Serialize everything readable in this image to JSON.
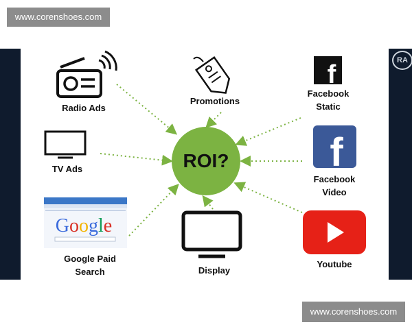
{
  "watermarks": {
    "top": "www.corenshoes.com",
    "bottom": "www.corenshoes.com"
  },
  "logo": {
    "text": "RA"
  },
  "center": {
    "label": "ROI?",
    "color": "#7cb342"
  },
  "nodes": {
    "radio_ads": {
      "label": "Radio Ads",
      "icon": "radio-icon"
    },
    "promotions": {
      "label": "Promotions",
      "icon": "price-tag-icon"
    },
    "facebook_static": {
      "line1": "Facebook",
      "line2": "Static",
      "icon": "facebook-icon"
    },
    "tv_ads": {
      "label": "TV Ads",
      "icon": "tv-icon"
    },
    "facebook_video": {
      "line1": "Facebook",
      "line2": "Video",
      "icon": "facebook-icon"
    },
    "google_paid_search": {
      "line1": "Google Paid",
      "line2": "Search",
      "icon": "google-screenshot",
      "logo_text": "Google"
    },
    "display": {
      "label": "Display",
      "icon": "monitor-icon"
    },
    "youtube": {
      "label": "Youtube",
      "icon": "youtube-icon"
    }
  },
  "colors": {
    "arrow": "#7cb342",
    "facebook": "#3b5998",
    "youtube": "#e62117",
    "frame": "#0f1b2d"
  }
}
